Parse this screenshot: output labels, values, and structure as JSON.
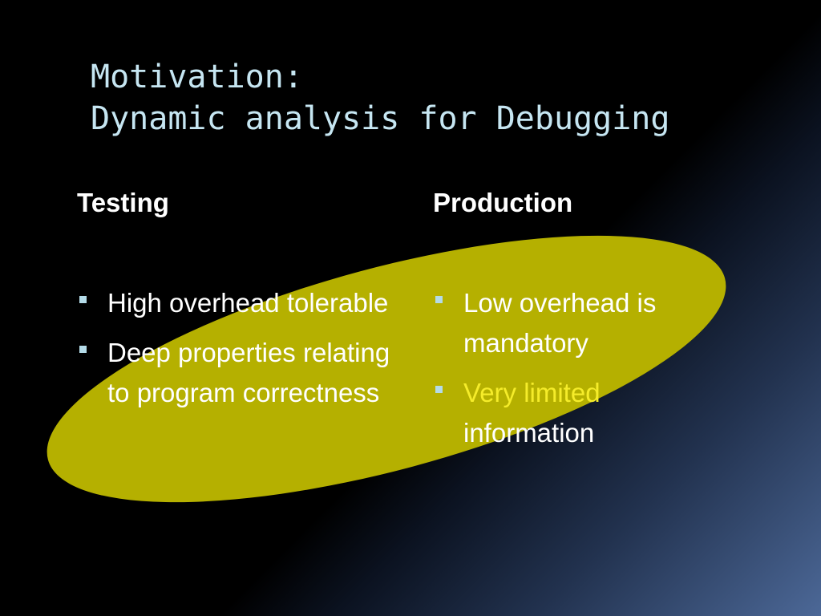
{
  "title": {
    "line1": "Motivation:",
    "line2": "Dynamic analysis for Debugging"
  },
  "colors": {
    "ellipse_fill": "#b5b000",
    "title_text": "#c6e6f2",
    "highlight_text": "#f5ec2a",
    "bullet": "#b4dbe8"
  },
  "columns": {
    "testing": {
      "heading": "Testing",
      "bullets": [
        {
          "parts": [
            "High overhead",
            " tolerable"
          ]
        },
        {
          "parts": [
            "Deep properties relating to program correctness"
          ]
        }
      ]
    },
    "production": {
      "heading": "Production",
      "bullets": [
        {
          "parts": [
            "Low overhead is mandatory"
          ]
        },
        {
          "parts": [
            "Very limited",
            " information"
          ]
        }
      ]
    }
  }
}
